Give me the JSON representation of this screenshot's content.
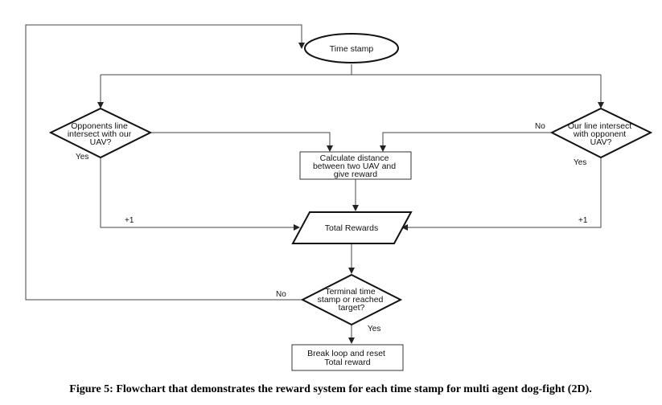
{
  "nodes": {
    "start": {
      "lines": [
        "Time stamp"
      ]
    },
    "decision_left": {
      "lines": [
        "Opponents line",
        "intersect with our",
        "UAV?"
      ]
    },
    "decision_right": {
      "lines": [
        "Our line intersect",
        "with opponent",
        "UAV?"
      ]
    },
    "calc": {
      "lines": [
        "Calculate distance",
        "between two UAV and",
        "give reward"
      ]
    },
    "total": {
      "lines": [
        "Total Rewards"
      ]
    },
    "terminal": {
      "lines": [
        "Terminal time",
        "stamp or reached",
        "target?"
      ]
    },
    "end": {
      "lines": [
        "Break loop and reset",
        "Total reward"
      ]
    }
  },
  "edge_labels": {
    "left_yes": "Yes",
    "left_plus": "+1",
    "right_no": "No",
    "right_yes": "Yes",
    "right_plus": "+1",
    "terminal_no": "No",
    "terminal_yes": "Yes"
  },
  "caption": "Figure 5: Flowchart that demonstrates the reward system for each time stamp for multi agent dog-fight (2D)."
}
